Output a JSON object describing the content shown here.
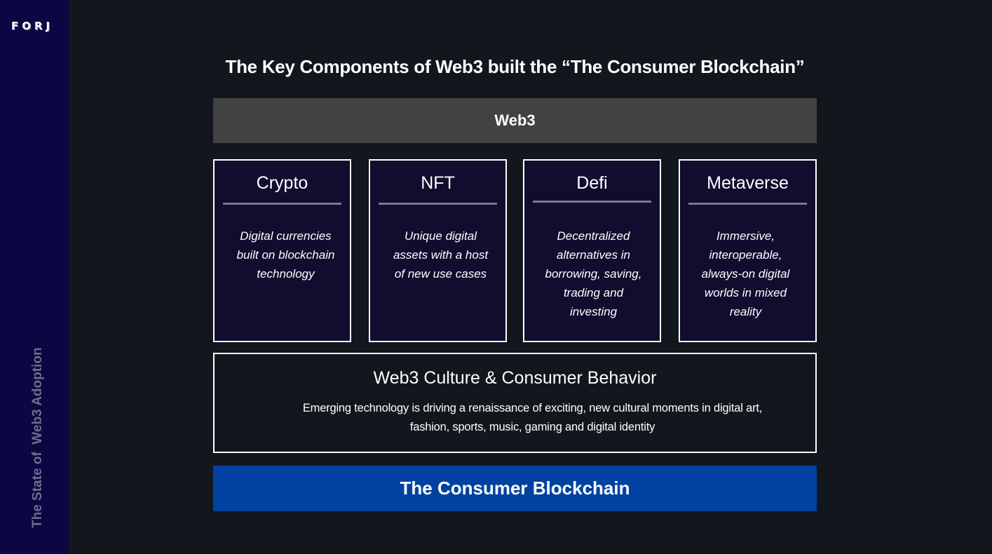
{
  "brand": {
    "logo_text": "FORJ"
  },
  "sidebar": {
    "vertical_title": "The State of  Web3 Adoption"
  },
  "diagram": {
    "title": "The Key Components of Web3 built the “The Consumer Blockchain”",
    "top_layer": "Web3",
    "components": [
      {
        "title": "Crypto",
        "description": "Digital currencies built on blockchain technology"
      },
      {
        "title": "NFT",
        "description": "Unique digital assets with a host of new use cases"
      },
      {
        "title": "Defi",
        "description": "Decentralized alternatives in borrowing, saving, trading and investing"
      },
      {
        "title": "Metaverse",
        "description": "Immersive, interoperable, always-on digital worlds in mixed reality"
      }
    ],
    "culture": {
      "title": "Web3 Culture & Consumer Behavior",
      "description": "Emerging technology is driving a renaissance of exciting, new cultural moments in digital art, fashion, sports, music, gaming and digital identity"
    },
    "bottom_layer": "The Consumer Blockchain"
  },
  "colors": {
    "background": "#12171e",
    "sidebar": "#0b0742",
    "web3_bar": "#424242",
    "card_fill": "#120c2f",
    "consumer_bar": "#0142a1"
  }
}
